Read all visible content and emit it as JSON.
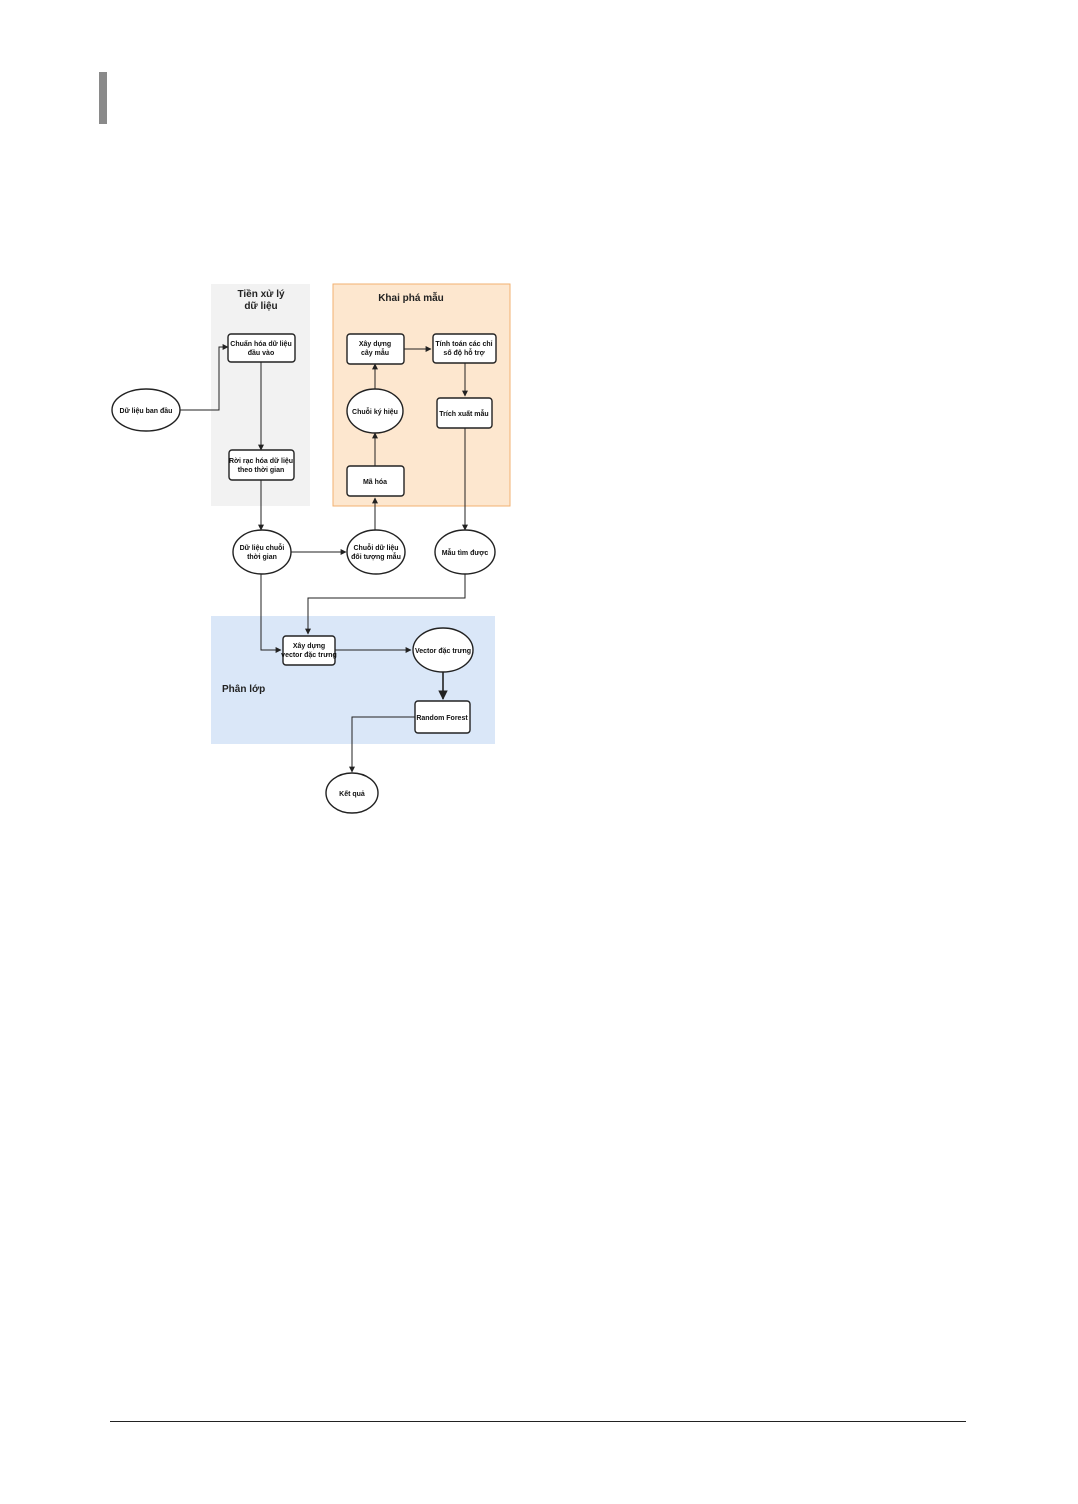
{
  "page": {
    "header_mark": "",
    "footer_text": ""
  },
  "diagram": {
    "zones": {
      "preprocess": {
        "title_line1": "Tiền xử lý",
        "title_line2": "dữ liệu",
        "fill": "#f2f2f2"
      },
      "pattern": {
        "title": "Khai phá mẫu",
        "fill": "#fde7cf"
      },
      "classify": {
        "title": "Phân lớp",
        "fill": "#dae7f8"
      }
    },
    "nodes": {
      "input": {
        "label": "Dữ liệu ban đầu"
      },
      "normalize": {
        "line1": "Chuẩn hóa dữ liệu",
        "line2": "đầu vào"
      },
      "discretize": {
        "line1": "Rời rạc hóa dữ liệu",
        "line2": "theo thời gian"
      },
      "series": {
        "line1": "Dữ liệu chuỗi",
        "line2": "thời gian"
      },
      "symbolic": {
        "line1": "Chuỗi dữ liệu",
        "line2": "đối tượng mẫu"
      },
      "encode": {
        "label": "Mã hóa"
      },
      "symbol_seq": {
        "label": "Chuỗi ký hiệu"
      },
      "tree": {
        "line1": "Xây dựng",
        "line2": "cây mẫu"
      },
      "compute": {
        "line1": "Tính toán các chỉ",
        "line2": "số độ hỗ trợ"
      },
      "select": {
        "label": "Trích xuất mẫu"
      },
      "patterns": {
        "label": "Mẫu tìm được"
      },
      "build_vec": {
        "line1": "Xây dựng",
        "line2": "vector đặc trưng"
      },
      "feature": {
        "label": "Vector đặc trưng"
      },
      "classifier": {
        "label": "Random Forest"
      },
      "result": {
        "label": "Kết quả"
      }
    },
    "colors": {
      "stroke": "#222222",
      "node_fill": "#ffffff"
    }
  }
}
